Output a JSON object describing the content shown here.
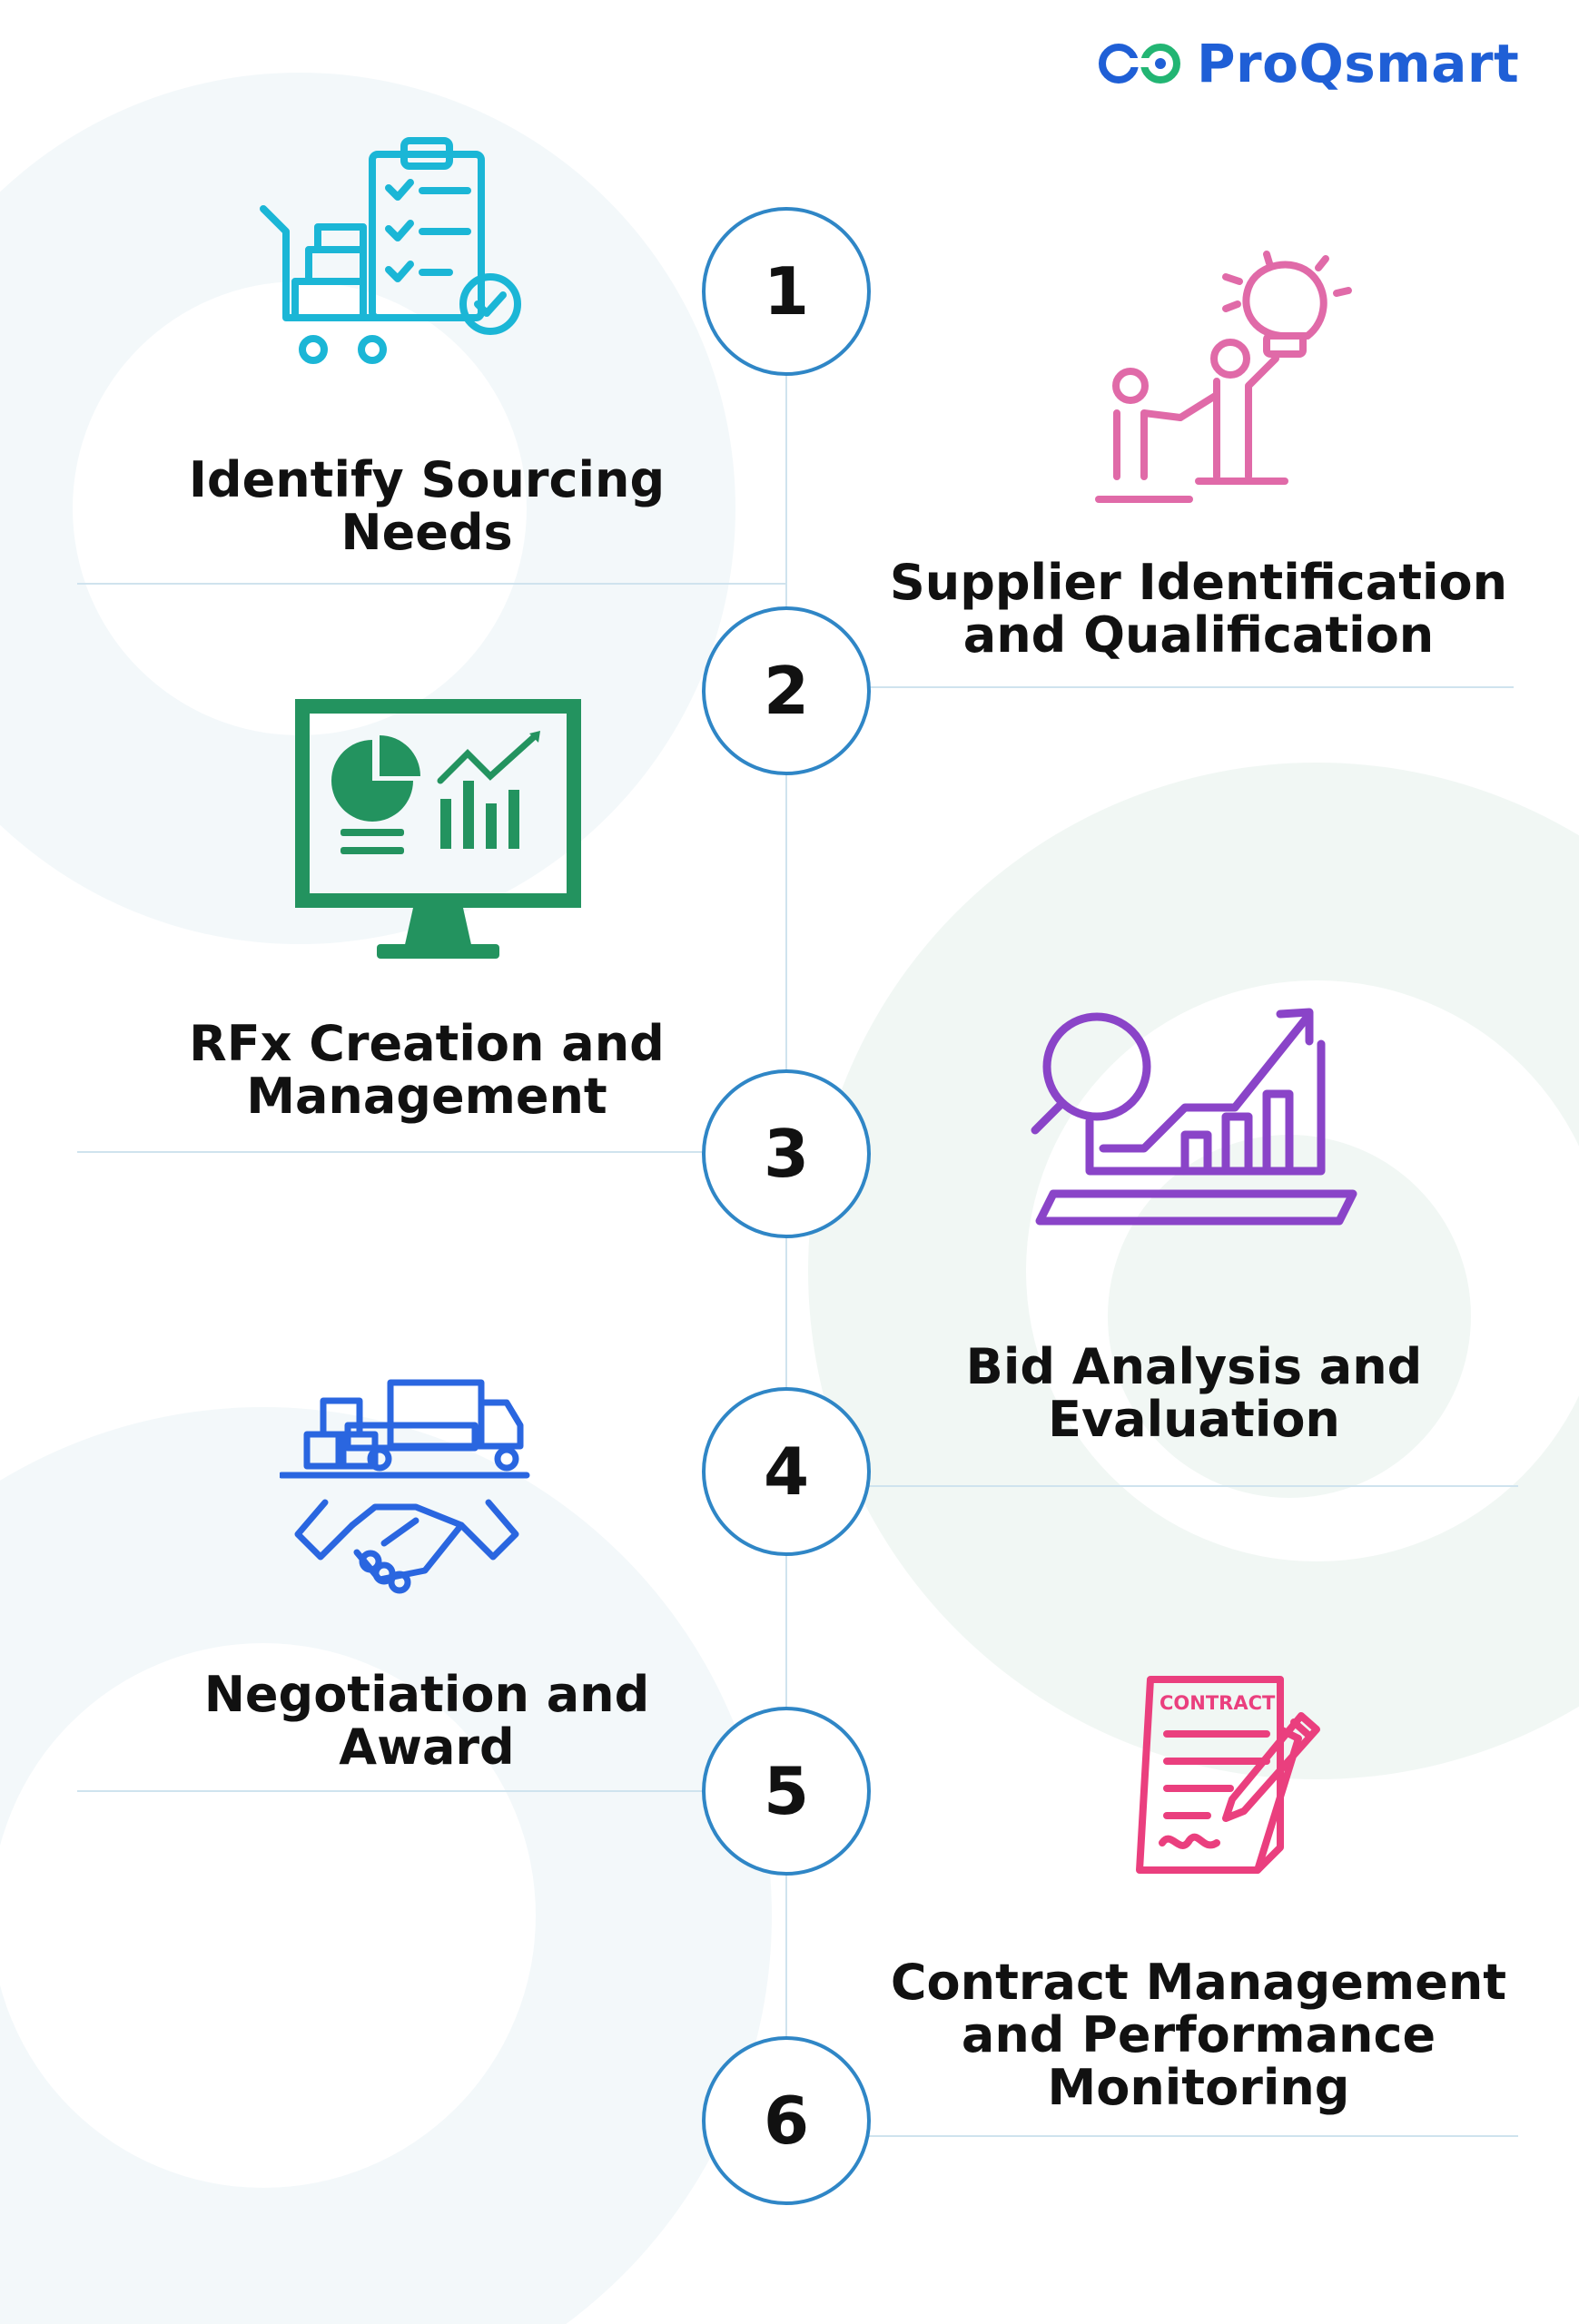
{
  "brand": {
    "name": "ProQsmart",
    "color": "#1f5fd6"
  },
  "steps": [
    {
      "number": "1",
      "label": "Identify Sourcing\nNeeds",
      "icon": "clipboard-cart-icon",
      "color": "#1bb6d6"
    },
    {
      "number": "2",
      "label": "Supplier Identification\nand Qualification",
      "icon": "mentor-lightbulb-icon",
      "color": "#e06aa8"
    },
    {
      "number": "3",
      "label": "RFx Creation and\nManagement",
      "icon": "monitor-charts-icon",
      "color": "#23935f"
    },
    {
      "number": "4",
      "label": "Bid Analysis and\nEvaluation",
      "icon": "laptop-analysis-icon",
      "color": "#8a44c8"
    },
    {
      "number": "5",
      "label": "Negotiation and\nAward",
      "icon": "handshake-truck-icon",
      "color": "#2a66e0"
    },
    {
      "number": "6",
      "label": "Contract Management\nand Performance\nMonitoring",
      "icon": "contract-pen-icon",
      "color": "#ea3f7e"
    }
  ],
  "contract_icon_text": "CONTRACT"
}
